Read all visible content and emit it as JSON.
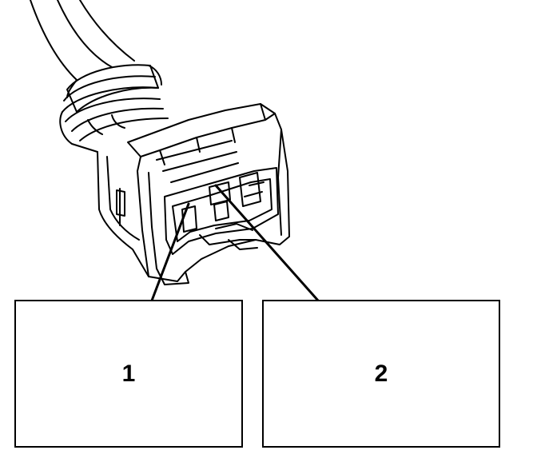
{
  "diagram": {
    "subject": "connector-plug-with-cable",
    "line_color": "#000000",
    "background_color": "#ffffff",
    "callouts": [
      {
        "label": "1"
      },
      {
        "label": "2"
      }
    ]
  }
}
